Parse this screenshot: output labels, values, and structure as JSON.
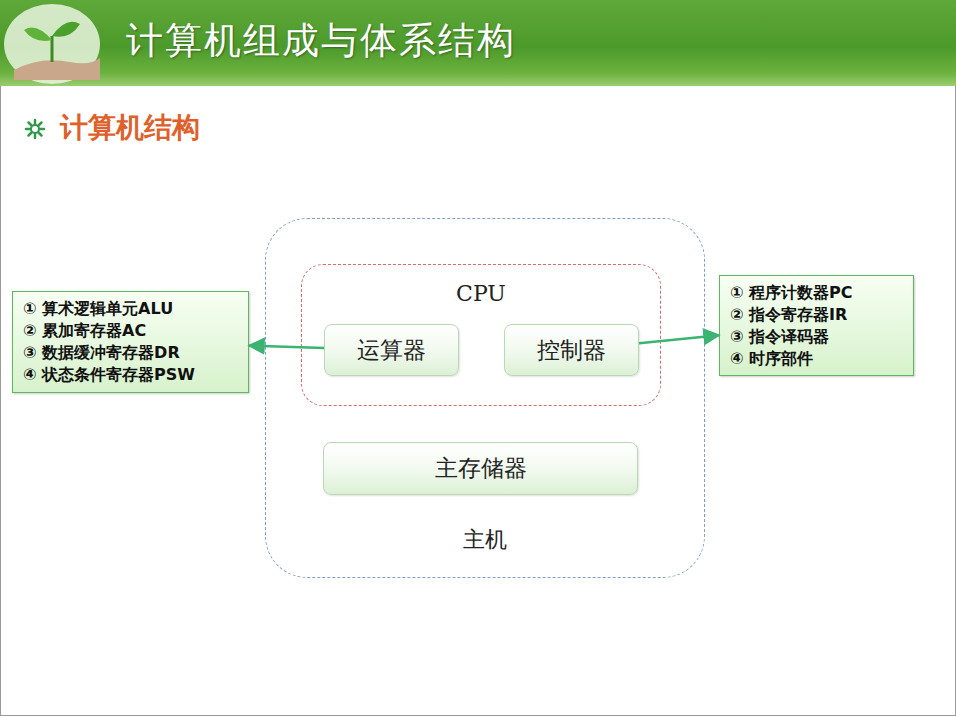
{
  "diagram": {
    "title": "计算机组成与体系结构",
    "nodes": [
      {
        "text": [
          "主机"
        ]
      },
      {
        "text": [
          "CPU"
        ],
        "in": 0
      },
      {
        "text": [
          "运算器"
        ],
        "in": 1
      },
      {
        "text": [
          "控制器"
        ],
        "in": 1
      },
      {
        "text": [
          "主存储器"
        ],
        "in": 0
      },
      {
        "text": [
          "① 算术逻辑单元ALU",
          "② 累加寄存器AC",
          "③ 数据缓冲寄存器DR",
          "④ 状态条件寄存器PSW"
        ]
      },
      {
        "text": [
          "① 程序计数器PC",
          "② 指令寄存器IR",
          "③ 指令译码器",
          "④ 时序部件"
        ]
      }
    ],
    "edges": [
      {
        "from": 2,
        "to": 5,
        "arrow": "to"
      },
      {
        "from": 3,
        "to": 6,
        "arrow": "to"
      }
    ],
    "labels": [
      "计算机结构"
    ]
  }
}
